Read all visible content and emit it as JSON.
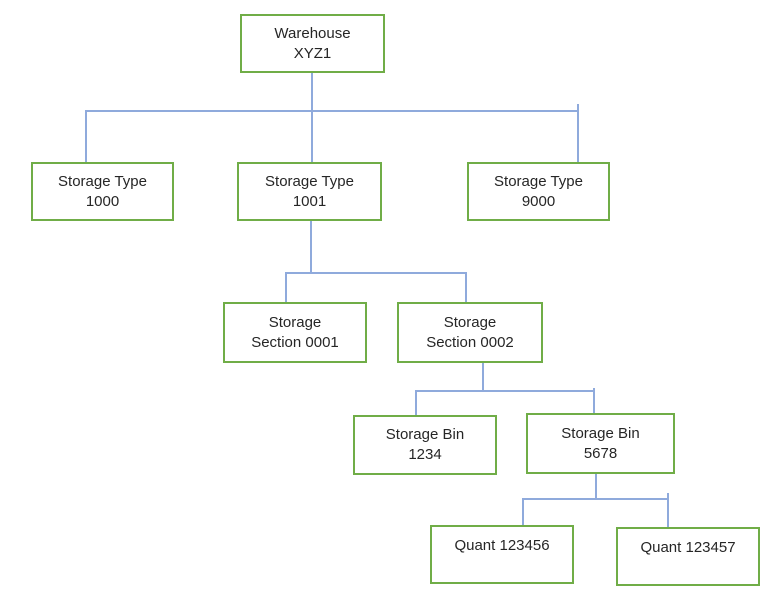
{
  "diagram": {
    "type": "hierarchy-tree",
    "nodes": {
      "warehouse": {
        "line1": "Warehouse",
        "line2": "XYZ1"
      },
      "storage_type_1000": {
        "line1": "Storage Type",
        "line2": "1000"
      },
      "storage_type_1001": {
        "line1": "Storage Type",
        "line2": "1001"
      },
      "storage_type_9000": {
        "line1": "Storage Type",
        "line2": "9000"
      },
      "storage_section_0001": {
        "line1": "Storage",
        "line2": "Section 0001"
      },
      "storage_section_0002": {
        "line1": "Storage",
        "line2": "Section 0002"
      },
      "storage_bin_1234": {
        "line1": "Storage Bin",
        "line2": "1234"
      },
      "storage_bin_5678": {
        "line1": "Storage Bin",
        "line2": "5678"
      },
      "quant_123456": {
        "line1": "Quant 123456"
      },
      "quant_123457": {
        "line1": "Quant 123457"
      }
    },
    "edges": [
      {
        "from": "Warehouse XYZ1",
        "to": "Storage Type 1000"
      },
      {
        "from": "Warehouse XYZ1",
        "to": "Storage Type 1001"
      },
      {
        "from": "Warehouse XYZ1",
        "to": "Storage Type 9000"
      },
      {
        "from": "Storage Type 1001",
        "to": "Storage Section 0001"
      },
      {
        "from": "Storage Type 1001",
        "to": "Storage Section 0002"
      },
      {
        "from": "Storage Section 0002",
        "to": "Storage Bin 1234"
      },
      {
        "from": "Storage Section 0002",
        "to": "Storage Bin 5678"
      },
      {
        "from": "Storage Bin 5678",
        "to": "Quant 123456"
      },
      {
        "from": "Storage Bin 5678",
        "to": "Quant 123457"
      }
    ],
    "colors": {
      "box_border": "#70AD47",
      "connector": "#8FAADC",
      "text": "#262626",
      "background": "#FFFFFF"
    }
  }
}
